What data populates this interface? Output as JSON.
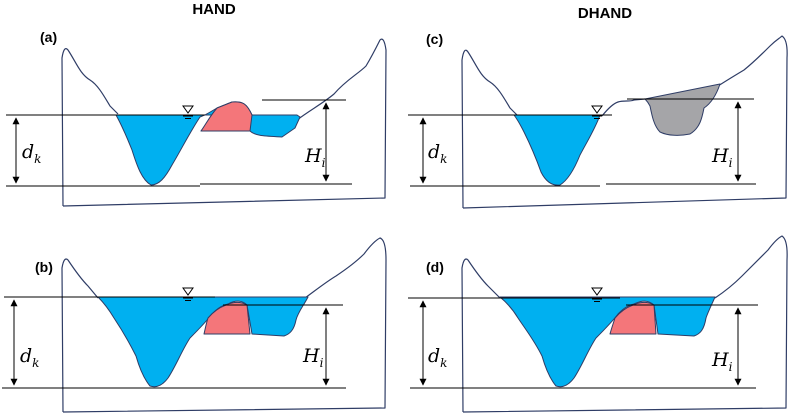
{
  "headers": {
    "left": "HAND",
    "right": "DHAND"
  },
  "panels": {
    "a": {
      "label": "(a)"
    },
    "b": {
      "label": "(b)"
    },
    "c": {
      "label": "(c)"
    },
    "d": {
      "label": "(d)"
    }
  },
  "symbols": {
    "d_main": "d",
    "d_sub": "k",
    "h_main": "H",
    "h_sub": "i"
  },
  "colors": {
    "water": "#00b0f0",
    "hillock": "#f4767a",
    "depression": "#a5a5a8",
    "terrain_outline": "#2f3d66"
  }
}
